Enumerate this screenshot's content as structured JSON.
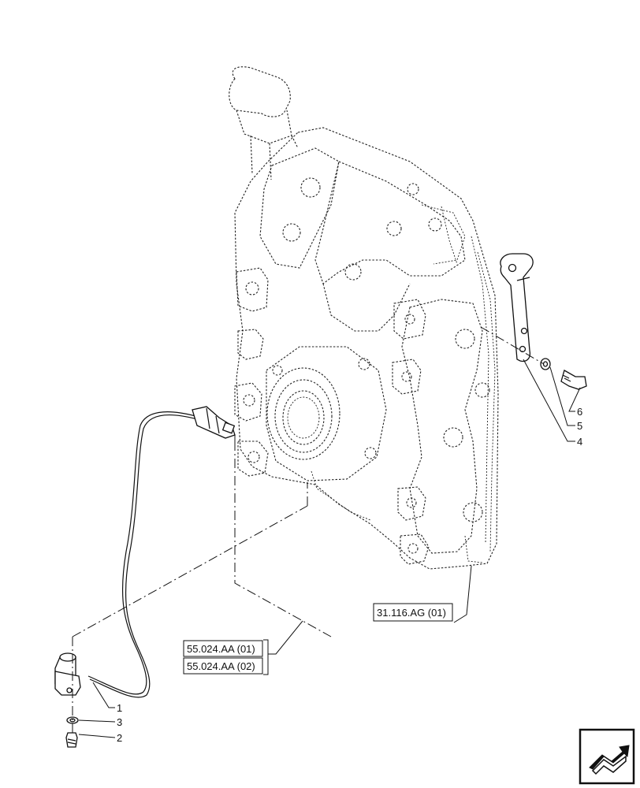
{
  "callouts": {
    "c1": "1",
    "c2": "2",
    "c3": "3",
    "c4": "4",
    "c5": "5",
    "c6": "6"
  },
  "references": {
    "ref_31116": "31.116.AG (01)",
    "ref_55024_01": "55.024.AA (01)",
    "ref_55024_02": "55.024.AA (02)"
  },
  "icons": {
    "corner": "next-page-arrow-icon"
  }
}
